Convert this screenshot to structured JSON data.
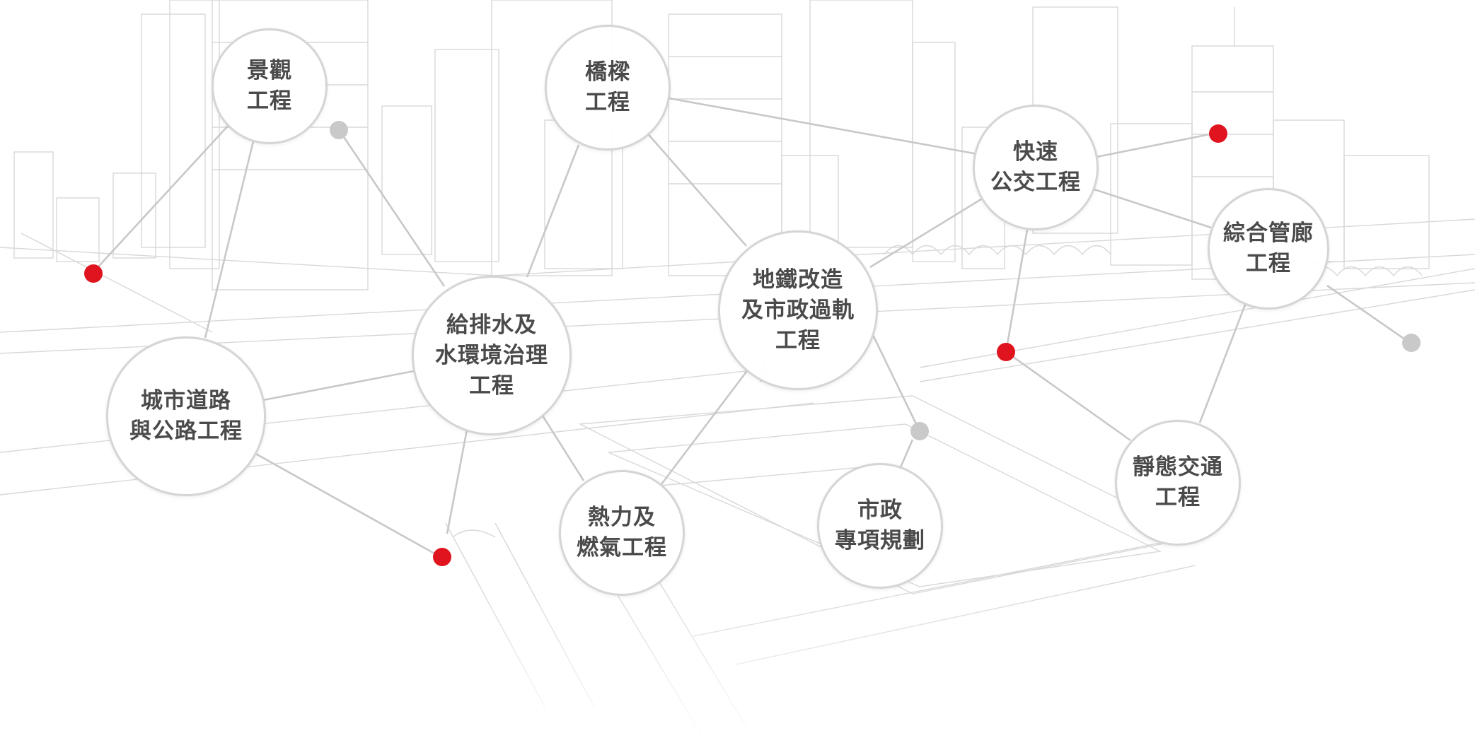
{
  "theme": {
    "accent": "#e0141e",
    "marker_grey": "#c9c9c9",
    "line": "#c8c8c8",
    "text": "#4a4a4a"
  },
  "nodes": {
    "landscape": {
      "line1": "景觀",
      "line2": "工程",
      "line3": ""
    },
    "bridge": {
      "line1": "橋樑",
      "line2": "工程",
      "line3": ""
    },
    "brt": {
      "line1": "快速",
      "line2": "公交工程",
      "line3": ""
    },
    "tunnel": {
      "line1": "綜合管廊",
      "line2": "工程",
      "line3": ""
    },
    "metro": {
      "line1": "地鐵改造",
      "line2": "及市政過軌",
      "line3": "工程"
    },
    "water": {
      "line1": "給排水及",
      "line2": "水環境治理",
      "line3": "工程"
    },
    "road": {
      "line1": "城市道路",
      "line2": "與公路工程",
      "line3": ""
    },
    "heat": {
      "line1": "熱力及",
      "line2": "燃氣工程",
      "line3": ""
    },
    "planning": {
      "line1": "市政",
      "line2": "專項規劃",
      "line3": ""
    },
    "static": {
      "line1": "靜態交通",
      "line2": "工程",
      "line3": ""
    }
  },
  "markers": [
    {
      "name": "red-marker-left",
      "color": "red"
    },
    {
      "name": "grey-marker-landscape",
      "color": "grey"
    },
    {
      "name": "red-marker-brt",
      "color": "red"
    },
    {
      "name": "red-marker-center",
      "color": "red"
    },
    {
      "name": "grey-marker-right",
      "color": "grey"
    },
    {
      "name": "grey-marker-metro",
      "color": "grey"
    },
    {
      "name": "red-marker-bottom",
      "color": "red"
    }
  ]
}
